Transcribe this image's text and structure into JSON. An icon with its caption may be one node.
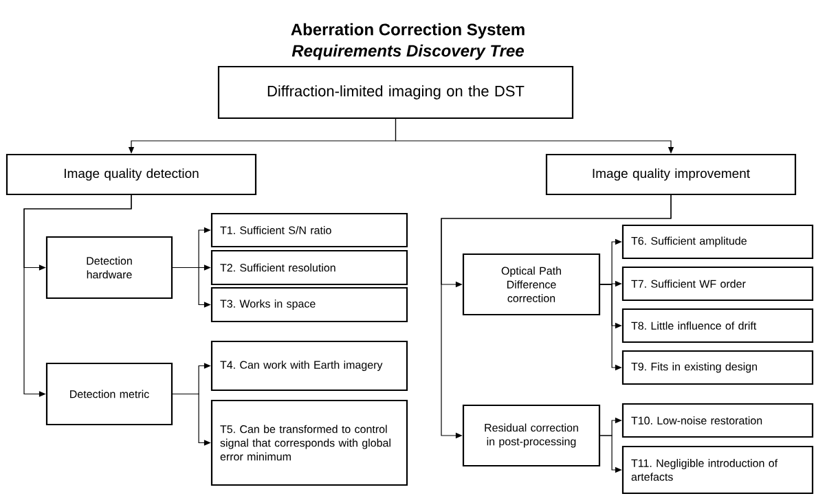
{
  "diagram": {
    "title": "Aberration Correction System",
    "nodes": [
      {
        "text": [
          "Diffraction-limited imaging on the DST"
        ]
      },
      {
        "text": [
          "Image quality detection"
        ]
      },
      {
        "text": [
          "Image quality improvement"
        ]
      },
      {
        "text": [
          "Detection hardware"
        ]
      },
      {
        "text": [
          "T1. Sufficient S/N ratio"
        ]
      },
      {
        "text": [
          "T2. Sufficient resolution"
        ]
      },
      {
        "text": [
          "T3. Works in space"
        ]
      },
      {
        "text": [
          "Detection metric"
        ]
      },
      {
        "text": [
          "T4. Can work with Earth imagery"
        ]
      },
      {
        "text": [
          "T5. Can be transformed to control signal that corresponds with global error minimum"
        ]
      },
      {
        "text": [
          "Optical Path Difference correction"
        ]
      },
      {
        "text": [
          "T6. Sufficient amplitude"
        ]
      },
      {
        "text": [
          "T7. Sufficient WF order"
        ]
      },
      {
        "text": [
          "T8. Little influence of drift"
        ]
      },
      {
        "text": [
          "T9. Fits in existing design"
        ]
      },
      {
        "text": [
          "Residual correction in post-processing"
        ]
      },
      {
        "text": [
          "T10. Low-noise restoration"
        ]
      },
      {
        "text": [
          "T11. Negligible introduction of artefacts"
        ]
      }
    ],
    "edges": [
      {
        "from": 0,
        "to": 1,
        "arrow": "to"
      },
      {
        "from": 0,
        "to": 2,
        "arrow": "to"
      },
      {
        "from": 1,
        "to": 3,
        "arrow": "to"
      },
      {
        "from": 1,
        "to": 7,
        "arrow": "to"
      },
      {
        "from": 3,
        "to": 4,
        "arrow": "to"
      },
      {
        "from": 3,
        "to": 5,
        "arrow": "to"
      },
      {
        "from": 3,
        "to": 6,
        "arrow": "to"
      },
      {
        "from": 7,
        "to": 8,
        "arrow": "to"
      },
      {
        "from": 7,
        "to": 9,
        "arrow": "to"
      },
      {
        "from": 2,
        "to": 10,
        "arrow": "to"
      },
      {
        "from": 2,
        "to": 15,
        "arrow": "to"
      },
      {
        "from": 10,
        "to": 11,
        "arrow": "to"
      },
      {
        "from": 10,
        "to": 12,
        "arrow": "to"
      },
      {
        "from": 10,
        "to": 13,
        "arrow": "to"
      },
      {
        "from": 10,
        "to": 14,
        "arrow": "to"
      },
      {
        "from": 15,
        "to": 16,
        "arrow": "to"
      },
      {
        "from": 15,
        "to": 17,
        "arrow": "to"
      }
    ],
    "labels": [
      "Requirements Discovery Tree"
    ]
  }
}
